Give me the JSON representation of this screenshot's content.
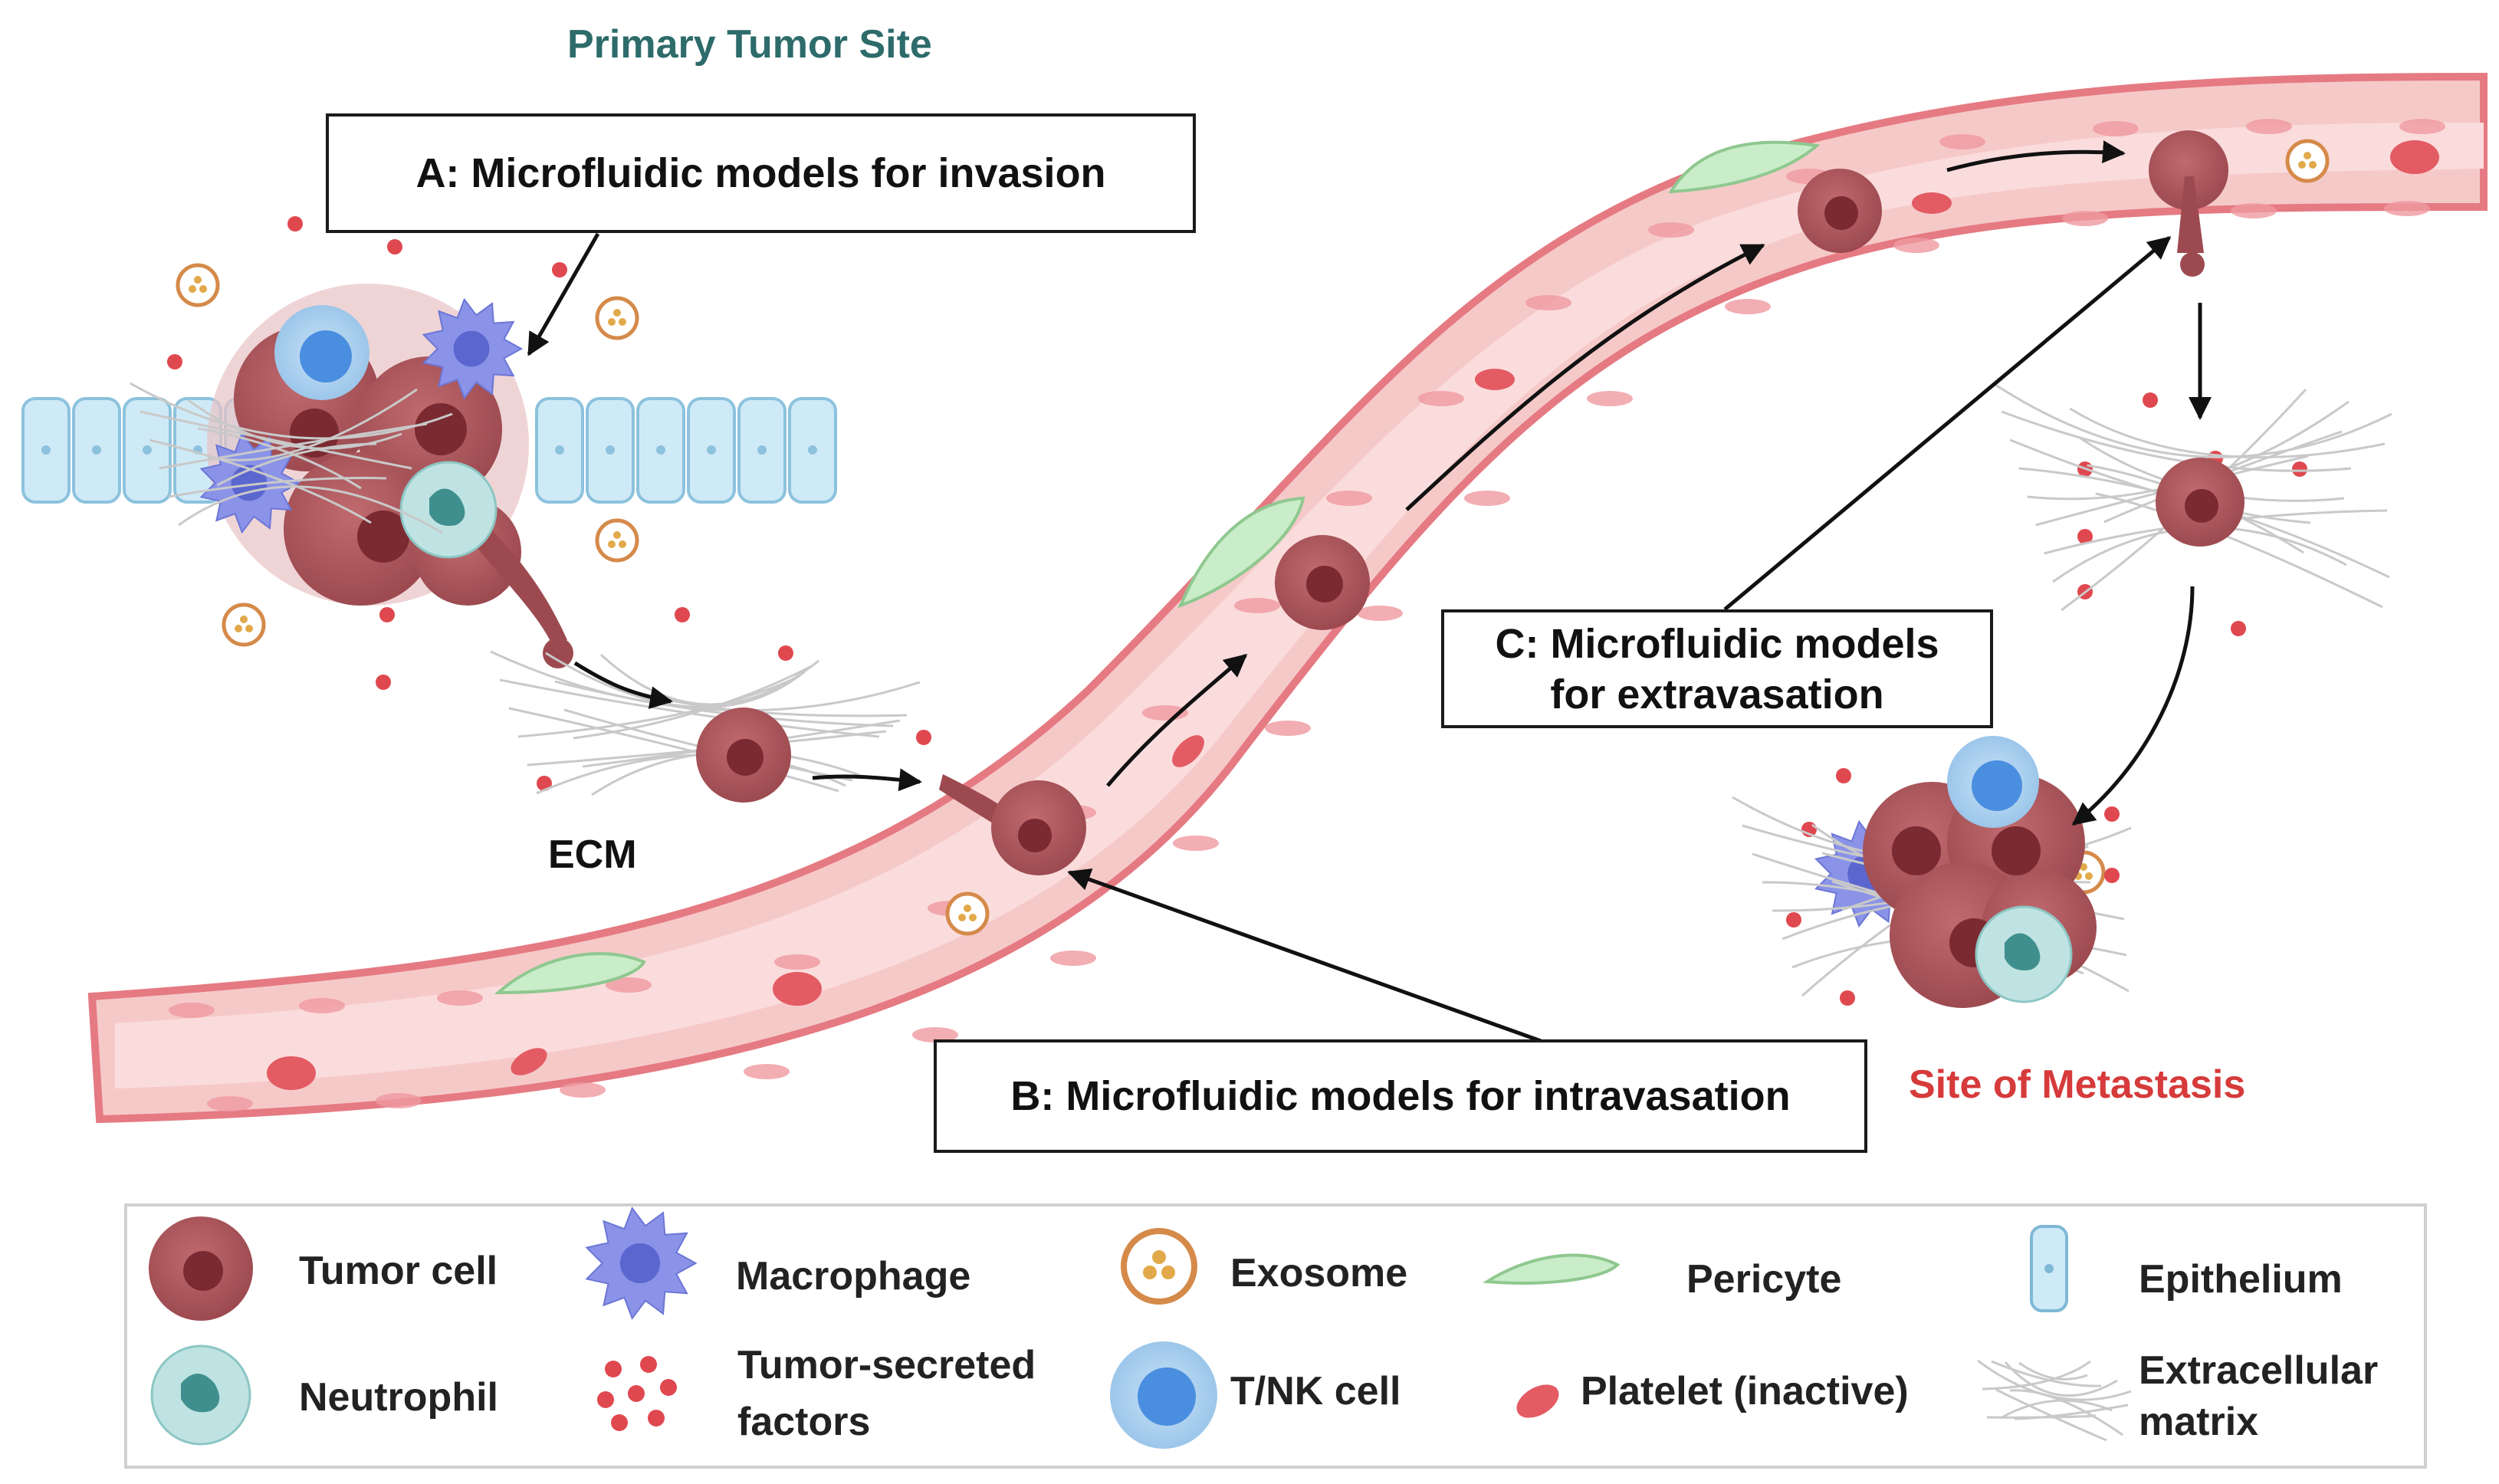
{
  "diagram": {
    "site_labels": {
      "primary": "Primary Tumor Site",
      "metastasis": "Site of Metastasis",
      "ecm": "ECM"
    },
    "boxes": {
      "a": "A:  Microfluidic models  for invasion",
      "b": "B: Microfluidic models for intravasation",
      "c_line1": "C: Microfluidic models",
      "c_line2": "for extravasation"
    },
    "legend": {
      "tumor_cell": "Tumor cell",
      "macrophage": "Macrophage",
      "exosome": "Exosome",
      "pericyte": "Pericyte",
      "epithelium": "Epithelium",
      "neutrophil": "Neutrophil",
      "factors_line1": "Tumor-secreted",
      "factors_line2": "factors",
      "tnk_cell": "T/NK cell",
      "platelet": "Platelet (inactive)",
      "ecm_line1": "Extracellular",
      "ecm_line2": "matrix"
    },
    "colors": {
      "primary_label": "#2e6b6b",
      "metastasis_label": "#d63a3a",
      "vessel_fill": "#f7cdcd",
      "vessel_wall": "#e87f86",
      "tumor": "#b05a5e",
      "tumor_core": "#7a2a30",
      "macrophage": "#8a93e8",
      "tcell_outer": "#a9d0f0",
      "tcell_inner": "#4a8ee0",
      "neutrophil": "#bfe3e2",
      "epithelium": "#cfeaf7",
      "pericyte": "#c9ecc9",
      "platelet": "#e35b63",
      "factor_dot": "#e0484f",
      "exosome": "#e2a94a"
    }
  }
}
